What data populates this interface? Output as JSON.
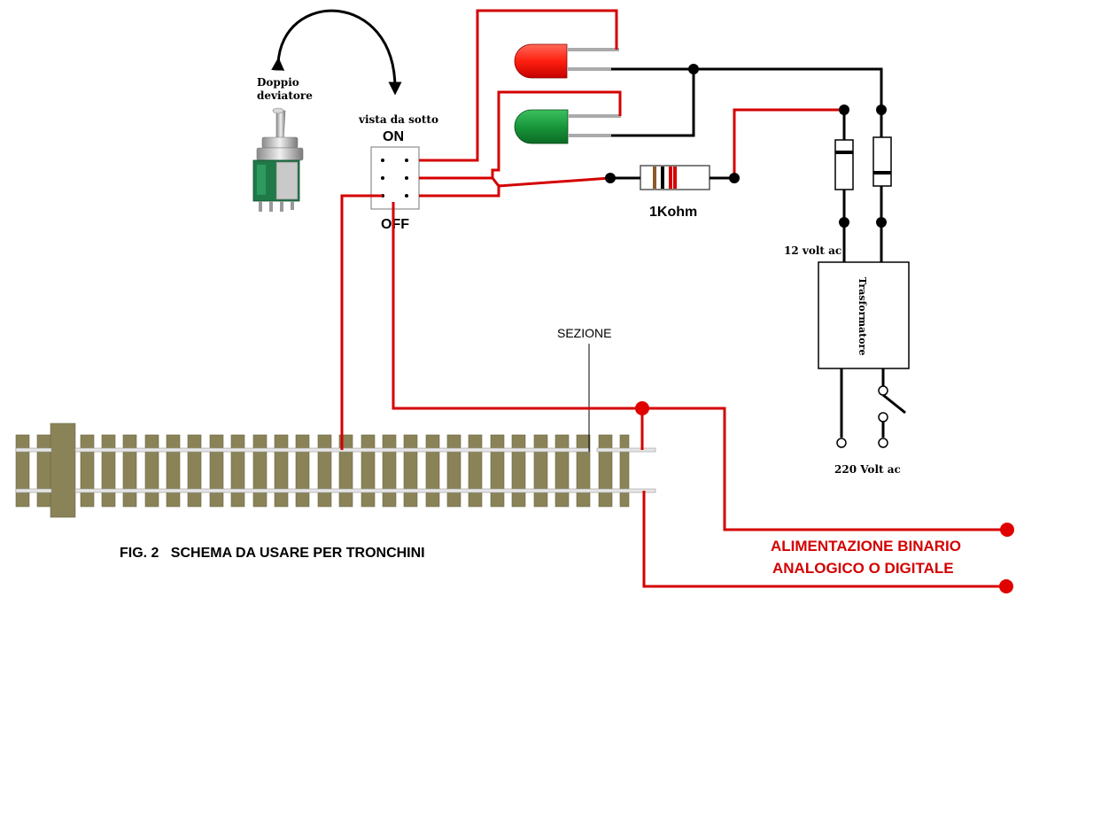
{
  "colors": {
    "wire_red": "#d40000",
    "wire_black": "#000000",
    "led_red": "#ff2a1a",
    "led_green": "#1a9a3a",
    "sleeper": "#8a8358",
    "rail": "#e6e6e6",
    "caption_red": "#d40000"
  },
  "labels": {
    "toggle_name_line1": "Doppio",
    "toggle_name_line2": "deviatore",
    "switch_view": "vista da sotto",
    "switch_on": "ON",
    "switch_off": "OFF",
    "resistor": "1Kohm",
    "transformer_output": "12 volt ac",
    "transformer": "Trasformatore",
    "mains": "220 Volt ac",
    "section": "SEZIONE",
    "figure_caption": "FIG. 2   SCHEMA DA USARE PER TRONCHINI",
    "power_line1": "ALIMENTAZIONE BINARIO",
    "power_line2": "ANALOGICO O DIGITALE"
  }
}
